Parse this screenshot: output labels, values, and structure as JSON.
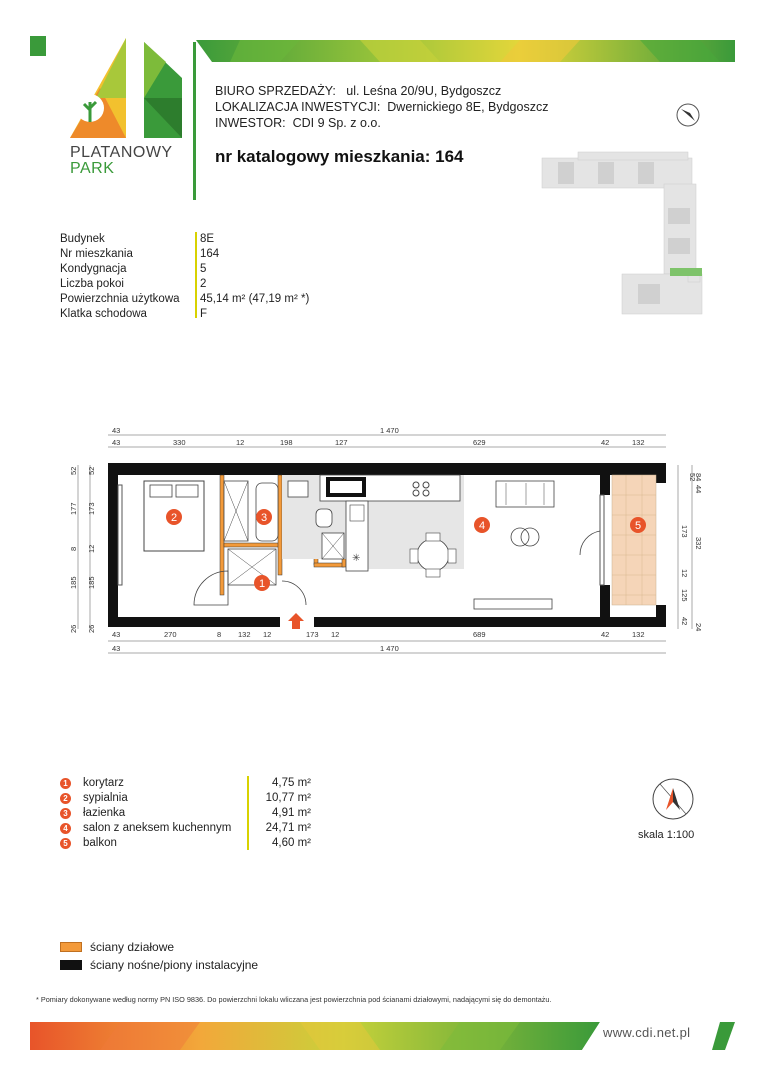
{
  "brand": {
    "name_line1": "PLATANOWY",
    "name_line2": "PARK"
  },
  "header": {
    "sales_label": "BIURO SPRZEDAŻY:",
    "sales_value": "ul. Leśna 20/9U, Bydgoszcz",
    "location_label": "LOKALIZACJA INWESTYCJI:",
    "location_value": "Dwernickiego 8E, Bydgoszcz",
    "investor_label": "INWESTOR:",
    "investor_value": "CDI 9 Sp. z o.o.",
    "catalog_title": "nr katalogowy mieszkania: 164"
  },
  "properties": [
    {
      "key": "Budynek",
      "value": "8E"
    },
    {
      "key": "Nr mieszkania",
      "value": "164"
    },
    {
      "key": "Kondygnacja",
      "value": "5"
    },
    {
      "key": "Liczba pokoi",
      "value": "2"
    },
    {
      "key": "Powierzchnia użytkowa",
      "value": "45,14 m² (47,19 m² *)"
    },
    {
      "key": "Klatka schodowa",
      "value": "F"
    }
  ],
  "rooms": [
    {
      "num": "1",
      "name": "korytarz",
      "area": "4,75 m²"
    },
    {
      "num": "2",
      "name": "sypialnia",
      "area": "10,77 m²"
    },
    {
      "num": "3",
      "name": "łazienka",
      "area": "4,91 m²"
    },
    {
      "num": "4",
      "name": "salon z aneksem kuchennym",
      "area": "24,71 m²"
    },
    {
      "num": "5",
      "name": "balkon",
      "area": "4,60 m²"
    }
  ],
  "dimensions": {
    "top_total": "1 470",
    "top_left": "43",
    "top_segments": [
      "43",
      "330",
      "12",
      "198",
      "127",
      "629",
      "42",
      "132"
    ],
    "bottom_segments": [
      "43",
      "270",
      "8",
      "132",
      "12",
      "173",
      "12",
      "689",
      "42",
      "132"
    ],
    "bottom_total": "1 470",
    "bottom_left": "43",
    "left_outer": [
      "52",
      "177",
      "8",
      "185",
      "26"
    ],
    "left_inner": [
      "52",
      "173",
      "12",
      "185",
      "26"
    ],
    "right_inner": [
      "44",
      "173",
      "12",
      "125",
      "42"
    ],
    "right_outer": [
      "84",
      "332",
      "24"
    ],
    "right_top": "52"
  },
  "scale": "skala 1:100",
  "wall_legend": {
    "partition": "ściany działowe",
    "load_bearing": "ściany nośne/piony instalacyjne",
    "partition_color": "#f39a3a",
    "load_color": "#111111"
  },
  "footnote": "* Pomiary dokonywane według normy PN ISO 9836. Do powierzchni lokalu wliczana jest powierzchnia pod ścianami działowymi, nadającymi się do demontażu.",
  "website": "www.cdi.net.pl",
  "colors": {
    "accent": "#e8542a",
    "green": "#3a9a3a",
    "yellow": "#d8d200"
  }
}
